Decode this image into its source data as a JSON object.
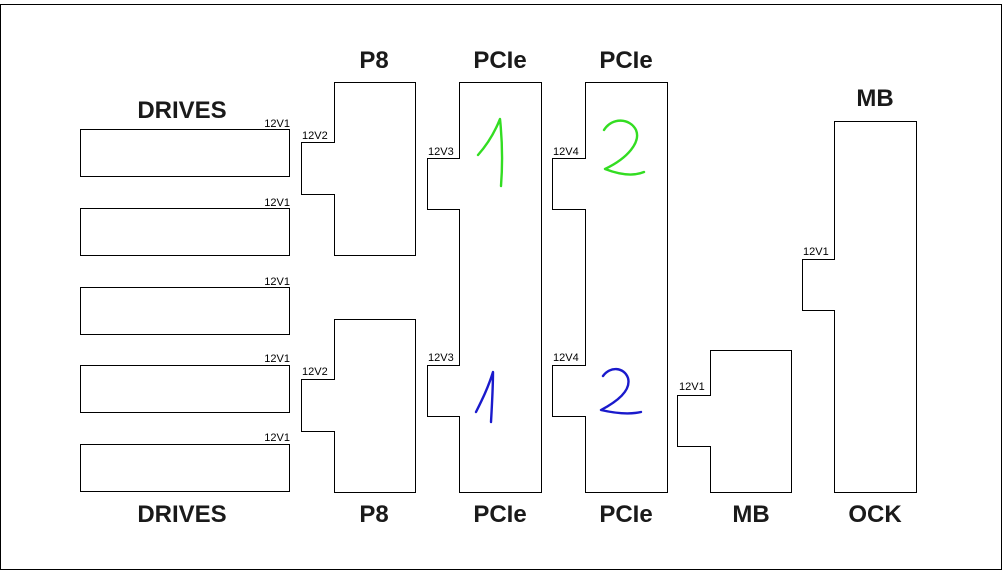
{
  "labels": {
    "drives_top": "DRIVES",
    "drives_bottom": "DRIVES",
    "p8_top": "P8",
    "p8_bottom": "P8",
    "pcie1_top": "PCIe",
    "pcie1_bottom": "PCIe",
    "pcie2_top": "PCIe",
    "pcie2_bottom": "PCIe",
    "mb_right_top": "MB",
    "mb_small_bottom": "MB",
    "ock_bottom": "OCK"
  },
  "rails": {
    "drive1": "12V1",
    "drive2": "12V1",
    "drive3": "12V1",
    "drive4": "12V1",
    "drive5": "12V1",
    "p8_top": "12V2",
    "p8_bottom": "12V2",
    "pcie1_top": "12V3",
    "pcie1_bottom": "12V3",
    "pcie2_top": "12V4",
    "pcie2_bottom": "12V4",
    "mb_small": "12V1",
    "mb_big": "12V1"
  },
  "handwritten": {
    "pcie1_top": "1",
    "pcie2_top": "2",
    "pcie1_bottom": "1",
    "pcie2_bottom": "2"
  },
  "colors": {
    "green_ink": "#33dd22",
    "blue_ink": "#1a1acc"
  }
}
